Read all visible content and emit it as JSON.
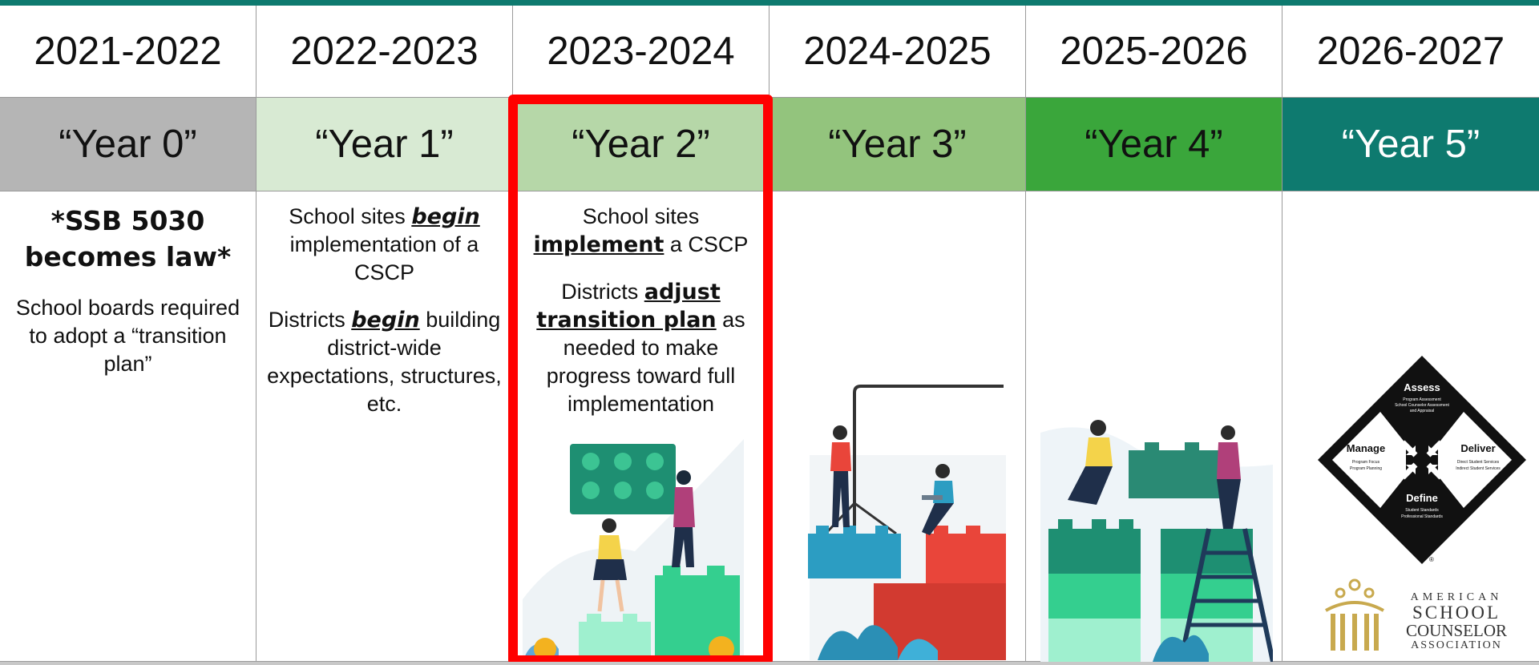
{
  "years": [
    "2021-2022",
    "2022-2023",
    "2023-2024",
    "2024-2025",
    "2025-2026",
    "2026-2027"
  ],
  "labels": [
    "“Year 0”",
    "“Year 1”",
    "“Year 2”",
    "“Year 3”",
    "“Year 4”",
    "“Year 5”"
  ],
  "label_colors": [
    "#b5b5b5",
    "#d8ead3",
    "#b6d7a8",
    "#93c47d",
    "#3aa63b",
    "#0e7a6f"
  ],
  "col0": {
    "heading": "*SSB 5030 becomes law*",
    "text": "School boards required to adopt a “transition plan”"
  },
  "col1": {
    "p1_pre": "School sites ",
    "p1_em": "begin",
    "p1_post": " implementation of a CSCP",
    "p2_pre": "Districts ",
    "p2_em": "begin",
    "p2_post": " building district-wide expectations, structures, etc."
  },
  "col2": {
    "p1_pre": "School sites ",
    "p1_em": "implement",
    "p1_post": " a CSCP",
    "p2_pre": "Districts ",
    "p2_em": "adjust transition plan",
    "p2_post": " as needed to make progress toward full implementation"
  },
  "asca_model": {
    "assess": "Assess",
    "assess_sub1": "Program Assessment",
    "assess_sub2": "School Counselor Assessment",
    "assess_sub3": "and Appraisal",
    "manage": "Manage",
    "manage_sub1": "Program Focus",
    "manage_sub2": "Program Planning",
    "deliver": "Deliver",
    "deliver_sub1": "Direct Student Services",
    "deliver_sub2": "Indirect Student Services",
    "define": "Define",
    "define_sub1": "Student Standards",
    "define_sub2": "Professional Standards",
    "registered": "®"
  },
  "asca_logo": {
    "line1": "AMERICAN",
    "line2": "SCHOOL",
    "line3": "COUNSELOR",
    "line4": "ASSOCIATION"
  }
}
